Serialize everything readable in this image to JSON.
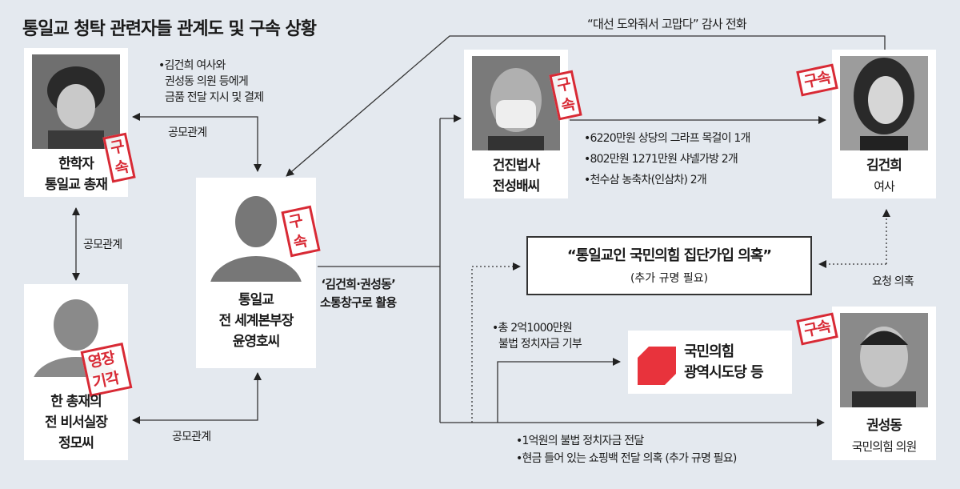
{
  "title": "통일교 청탁 관련자들 관계도 및 구속 상황",
  "top_call": "“대선 도와줘서 고맙다” 감사 전화",
  "people": {
    "han": {
      "line1": "한학자",
      "line2": "통일교 총재",
      "stamp": "구속"
    },
    "jung": {
      "line1": "한 총재의",
      "line2": "전 비서실장",
      "line3": "정모씨",
      "stamp": "영장기각"
    },
    "yoon": {
      "line1": "통일교",
      "line2": "전 세계본부장",
      "line3": "윤영호씨",
      "stamp": "구속"
    },
    "jeon": {
      "line1": "건진법사",
      "line2": "전성배씨",
      "stamp": "구속"
    },
    "kim": {
      "line1": "김건희",
      "line2": "여사",
      "stamp": "구속"
    },
    "kwon": {
      "line1": "권성동",
      "line2": "국민의힘 의원",
      "stamp": "구속"
    }
  },
  "labels": {
    "order": [
      "•김건희 여사와",
      "권성동 의원 등에게",
      "금품 전달 지시 및 결제"
    ],
    "conspiracy": "공모관계",
    "channel": [
      "‘김건희·권성동’",
      "소통창구로 활용"
    ],
    "gifts": [
      "•6220만원 상당의 그라프 목걸이 1개",
      "•802만원 1271만원 샤넬가방 2개",
      "•천수삼 농축차(인삼차) 2개"
    ],
    "mass_join": "“통일교인 국민의힘 집단가입 의혹”",
    "mass_join_sub": "(추가 규명 필요)",
    "request": "요청 의혹",
    "donation": [
      "•총 2억1000만원",
      "불법 정치자금 기부"
    ],
    "party": [
      "국민의힘",
      "광역시도당 등"
    ],
    "kwon_money": [
      "•1억원의 불법 정치자금 전달",
      "•현금 들어 있는 쇼핑백 전달 의혹 (추가 규명 필요)"
    ]
  },
  "colors": {
    "stamp": "#d82a35",
    "party": "#e8333c",
    "background": "#e4e9ef"
  }
}
